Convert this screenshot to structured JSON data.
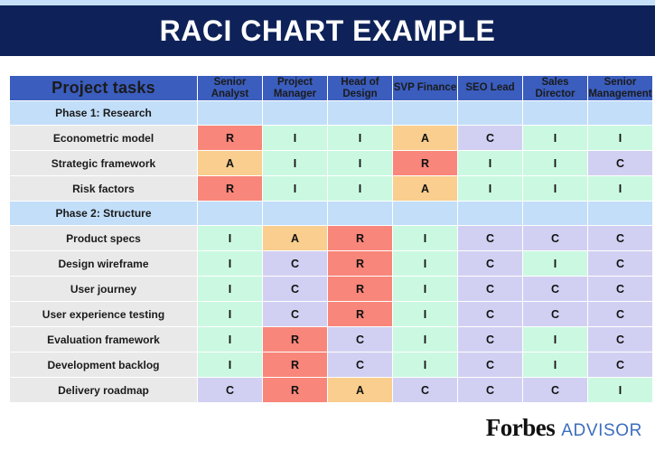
{
  "banner": {
    "title": "RACI CHART EXAMPLE",
    "background_color": "#0E2259",
    "text_color": "#FFFFFF",
    "top_strip_color": "#C6E0FA"
  },
  "table": {
    "task_column_header": "Project tasks",
    "role_headers": [
      "Senior Analyst",
      "Project Manager",
      "Head of Design",
      "SVP Finance",
      "SEO Lead",
      "Sales Director",
      "Senior Management"
    ],
    "header_background": "#3A5DBE",
    "header_text_color": "#FFFFFF",
    "phase_row_background": "#C2DEF9",
    "task_label_background": "#E9E9E9",
    "legend_colors": {
      "R": "#F9867A",
      "A": "#F9CE8E",
      "C": "#D2D0F2",
      "I": "#CBF8E1"
    },
    "rows": [
      {
        "type": "phase",
        "label": "Phase 1: Research",
        "values": [
          "",
          "",
          "",
          "",
          "",
          "",
          ""
        ]
      },
      {
        "type": "task",
        "label": "Econometric model",
        "values": [
          "R",
          "I",
          "I",
          "A",
          "C",
          "I",
          "I"
        ]
      },
      {
        "type": "task",
        "label": "Strategic framework",
        "values": [
          "A",
          "I",
          "I",
          "R",
          "I",
          "I",
          "C"
        ]
      },
      {
        "type": "task",
        "label": "Risk factors",
        "values": [
          "R",
          "I",
          "I",
          "A",
          "I",
          "I",
          "I"
        ]
      },
      {
        "type": "phase",
        "label": "Phase 2: Structure",
        "values": [
          "",
          "",
          "",
          "",
          "",
          "",
          ""
        ]
      },
      {
        "type": "task",
        "label": "Product specs",
        "values": [
          "I",
          "A",
          "R",
          "I",
          "C",
          "C",
          "C"
        ]
      },
      {
        "type": "task",
        "label": "Design wireframe",
        "values": [
          "I",
          "C",
          "R",
          "I",
          "C",
          "I",
          "C"
        ]
      },
      {
        "type": "task",
        "label": "User journey",
        "values": [
          "I",
          "C",
          "R",
          "I",
          "C",
          "C",
          "C"
        ]
      },
      {
        "type": "task",
        "label": "User experience testing",
        "values": [
          "I",
          "C",
          "R",
          "I",
          "C",
          "C",
          "C"
        ]
      },
      {
        "type": "task",
        "label": "Evaluation framework",
        "values": [
          "I",
          "R",
          "C",
          "I",
          "C",
          "I",
          "C"
        ]
      },
      {
        "type": "task",
        "label": "Development backlog",
        "values": [
          "I",
          "R",
          "C",
          "I",
          "C",
          "I",
          "C"
        ]
      },
      {
        "type": "task",
        "label": "Delivery roadmap",
        "values": [
          "C",
          "R",
          "A",
          "C",
          "C",
          "C",
          "I"
        ]
      }
    ]
  },
  "logo": {
    "brand": "Forbes",
    "sub_brand": "ADVISOR",
    "brand_color": "#111111",
    "sub_brand_color": "#3C6DBF"
  }
}
